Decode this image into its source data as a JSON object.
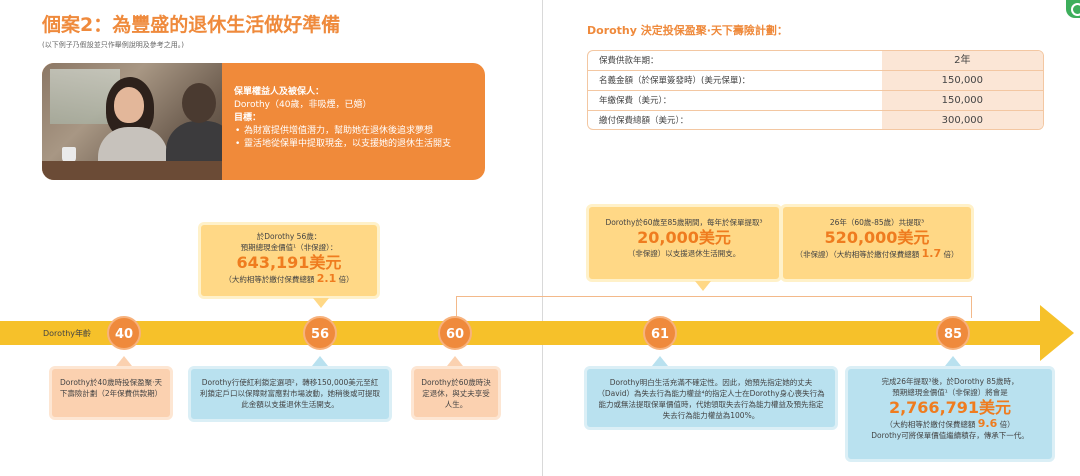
{
  "left": {
    "title": "個案2：為豐盛的退休生活做好準備",
    "subtitle": "(以下例子乃假設並只作舉例說明及參考之用。)",
    "profile": {
      "heading": "保單權益人及被保人：",
      "person": "Dorothy（40歲，非吸煙，已婚）",
      "goal_label": "目標：",
      "goals": [
        "為財富提供增值潛力，幫助她在退休後追求夢想",
        "靈活地從保單中提取現金，以支援她的退休生活開支"
      ]
    }
  },
  "right": {
    "plan_title": "Dorothy 決定投保盈聚·天下壽險計劃：",
    "plan_rows": [
      {
        "label": "保費供款年期：",
        "value": "2年"
      },
      {
        "label": "名義金額（於保單簽發時）(美元保單)：",
        "value": "150,000"
      },
      {
        "label": "年繳保費（美元）：",
        "value": "150,000"
      },
      {
        "label": "繳付保費總額（美元）：",
        "value": "300,000"
      }
    ]
  },
  "timeline": {
    "label": "Dorothy年齡",
    "ages": [
      "40",
      "56",
      "60",
      "61",
      "85"
    ]
  },
  "callouts": {
    "c40": {
      "text": "Dorothy於40歲時投保盈聚·天下壽險計劃（2年保費供款期）"
    },
    "c56_top": {
      "line1": "於Dorothy 56歲：",
      "line2": "預期總現金價值¹（非保證）：",
      "amount": "643,191美元",
      "line3_pre": "（大約相等於繳付保費總額",
      "multiple": "2.1",
      "line3_post": "倍）"
    },
    "c56_bottom": {
      "text": "Dorothy行使紅利鎖定選項²，轉移150,000美元至紅利鎖定戶口以保障財富應對市場波動，她稍後或可提取此金額以支援退休生活開支。"
    },
    "c60": {
      "text": "Dorothy於60歲時決定退休，與丈夫享受人生。"
    },
    "c61_top_left": {
      "line1": "Dorothy於60歲至85歲期間，每年於保單提取³",
      "amount": "20,000美元",
      "line2": "（非保證）以支援退休生活開支。"
    },
    "c61_top_right": {
      "line1": "26年（60歲-85歲）共提取³",
      "amount": "520,000美元",
      "line2_pre": "（非保證）（大約相等於繳付保費總額",
      "multiple": "1.7",
      "line2_post": "倍）"
    },
    "c61_bottom": {
      "text": "Dorothy明白生活充滿不確定性。因此，她預先指定她的丈夫（David）為失去行為能力權益⁴的指定人士在Dorothy身心喪失行為能力或無法提取保單價值時，代她領取失去行為能力權益及預先指定失去行為能力權益為100%。"
    },
    "c85": {
      "line1": "完成26年提取³後，於Dorothy 85歲時，",
      "line2": "預期總現金價值¹（非保證）將會是",
      "amount": "2,766,791美元",
      "line3_pre": "（大約相等於繳付保費總額",
      "multiple": "9.6",
      "line3_post": "倍）",
      "line4": "Dorothy可將保單價值繼續積存，傳承下一代。"
    }
  }
}
